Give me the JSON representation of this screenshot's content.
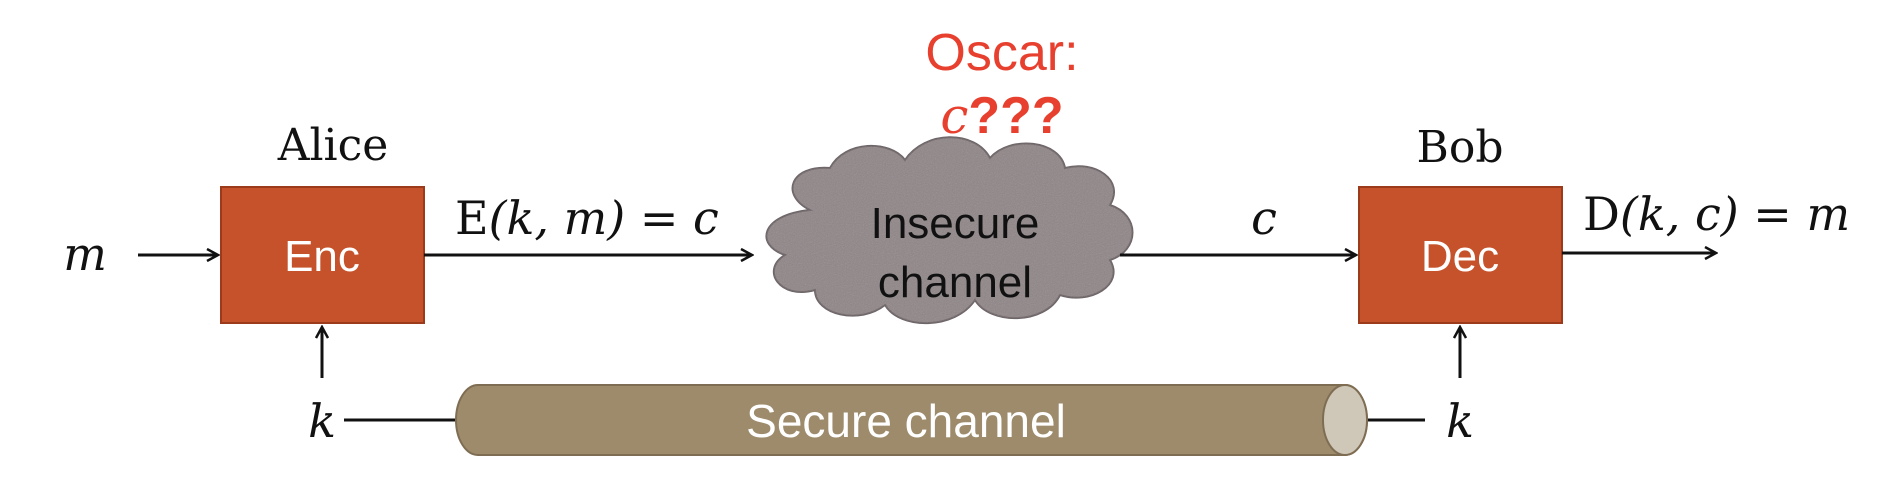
{
  "alice": {
    "name": "Alice",
    "box_label": "Enc"
  },
  "bob": {
    "name": "Bob",
    "box_label": "Dec"
  },
  "oscar": {
    "name": "Oscar:",
    "ciphertext_symbol": "c",
    "question": "???"
  },
  "cloud": {
    "line1": "Insecure",
    "line2": "channel"
  },
  "secure_channel": {
    "label": "Secure channel"
  },
  "symbols": {
    "message_in": "m",
    "key_left": "k",
    "key_right": "k",
    "cipher_mid": "c"
  },
  "encrypt_expr": {
    "fn": "E",
    "args": "(k, m)",
    "eq": " = ",
    "result": "c"
  },
  "decrypt_expr": {
    "fn": "D",
    "args": "(k, c)",
    "eq": " = ",
    "result": "m"
  },
  "colors": {
    "box_fill": "#c5522a",
    "box_stroke": "#9c3b1c",
    "cloud_fill": "#8e8486",
    "cloud_stroke": "#6d6466",
    "pipe_fill": "#9d8b6c",
    "pipe_end": "#cfc7b8",
    "oscar_red": "#e8402f"
  }
}
